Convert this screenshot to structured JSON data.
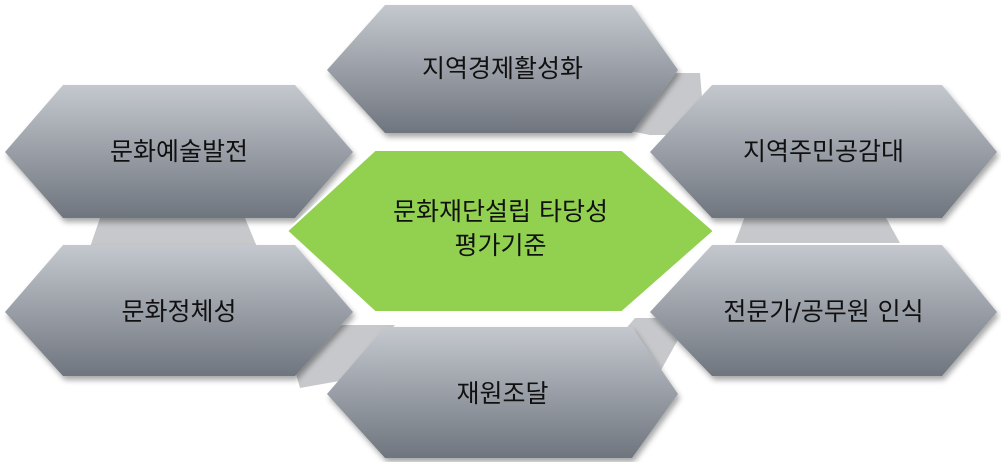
{
  "diagram": {
    "center": {
      "line1": "문화재단설립 타당성",
      "line2": "평가기준",
      "color": "#92D050"
    },
    "nodes": {
      "top": "지역경제활성화",
      "upper_right": "지역주민공감대",
      "lower_right": "전문가/공무원 인식",
      "bottom": "재원조달",
      "lower_left": "문화정체성",
      "upper_left": "문화예술발전"
    },
    "colors": {
      "hex_light": "#c4c8ce",
      "hex_mid": "#9ea3ab",
      "hex_dark": "#6f757e",
      "connector": "#c7c8cb"
    }
  }
}
